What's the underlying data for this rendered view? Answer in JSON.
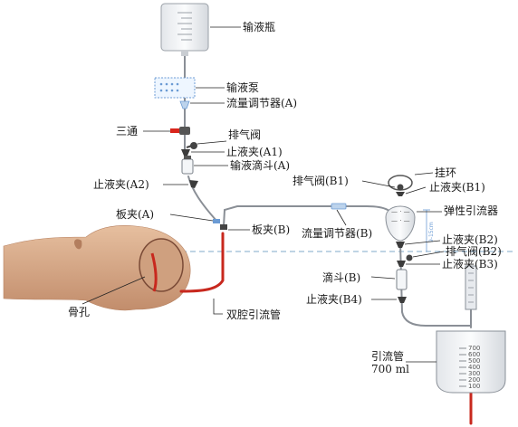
{
  "labels": {
    "infusion_bottle": "输液瓶",
    "infusion_pump": "输液泵",
    "flow_regulator_a": "流量调节器(A)",
    "three_way": "三通",
    "vent_valve": "排气阀",
    "clamp_a1": "止液夹(A1)",
    "drip_chamber_a": "输液滴斗(A)",
    "clamp_a2": "止液夹(A2)",
    "plate_clamp_a": "板夹(A)",
    "plate_clamp_b": "板夹(B)",
    "bone_hole": "骨孔",
    "double_lumen": "双腔引流管",
    "flow_regulator_b": "流量调节器(B)",
    "hanging_ring": "挂环",
    "vent_valve_b1": "排气阀(B1)",
    "clamp_b1": "止液夹(B1)",
    "elastic_drain": "弹性引流器",
    "clamp_b2": "止液夹(B2)",
    "vent_valve_b2": "排气阀(B2)",
    "clamp_b3": "止液夹(B3)",
    "drip_chamber_b": "滴斗(B)",
    "clamp_b4": "止液夹(B4)",
    "drain_tube": "引流管",
    "volume": "700 ml",
    "height_mark": "9-15cm"
  },
  "bag_scale": [
    "700",
    "600",
    "500",
    "400",
    "300",
    "200",
    "100"
  ],
  "colors": {
    "tube": "#8a8f96",
    "red_line": "#c8281e",
    "dash_line": "#7fa8c9",
    "leader": "#222222",
    "head_skin": "#d9ad8c"
  }
}
